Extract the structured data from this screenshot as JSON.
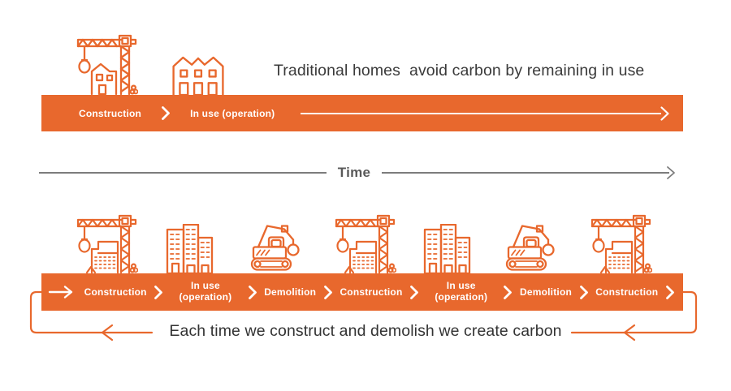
{
  "colors": {
    "orange": "#E8682D",
    "bar_text": "#FFFFFF",
    "headline_text": "#3A3A3A",
    "caption_text": "#333333",
    "time_text": "#595959",
    "axis_line": "#7C7C7C"
  },
  "top_section": {
    "headline": "Traditional homes  avoid carbon by remaining in use",
    "bar": {
      "stages": [
        "Construction",
        "In use (operation)"
      ]
    }
  },
  "time_axis": {
    "label": "Time"
  },
  "bottom_section": {
    "bar": {
      "stages": [
        "Construction",
        "In use (operation)",
        "Demolition",
        "Construction",
        "In use (operation)",
        "Demolition",
        "Construction"
      ]
    },
    "caption": "Each time we construct and demolish we create carbon"
  },
  "icons": {
    "top": [
      "crane-house-construction-icon",
      "traditional-house-icon"
    ],
    "bottom": [
      "crane-building-construction-icon",
      "city-buildings-icon",
      "demolition-excavator-icon",
      "crane-building-construction-icon",
      "city-buildings-icon",
      "demolition-excavator-icon",
      "crane-building-construction-icon"
    ]
  }
}
